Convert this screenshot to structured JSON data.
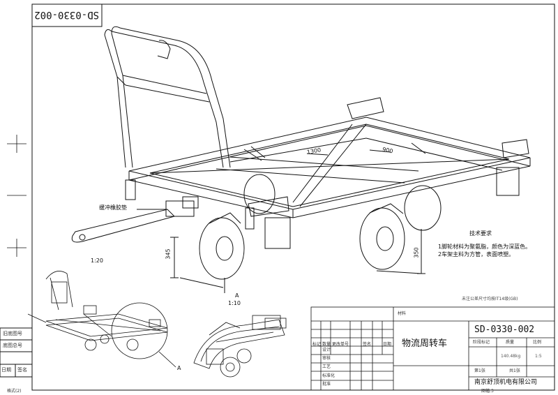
{
  "drawing_number_rotated": "SD-0330-002",
  "drawing_number": "SD-0330-002",
  "part_name": "物流周转车",
  "company": "南京舒顶机电有限公司",
  "callouts": {
    "buffer_pad": "缓冲橡胶垫",
    "dim_1300": "1300",
    "dim_900": "900",
    "dim_345": "345",
    "dim_350": "350",
    "scale_main": "1:20",
    "detail_ref": "A",
    "detail_scale": "1:10",
    "detail_pointer": "A"
  },
  "tech_requirements": {
    "title": "技术要求",
    "lines": [
      "1脚轮材料为聚氨脂，颜色为深蓝色。",
      "2车架主料为方管，表面喷塑。"
    ]
  },
  "general_tolerance": "未注公差尺寸均按IT14级(GB)",
  "title_block": {
    "material_label": "材料",
    "headers": [
      "标记",
      "数量",
      "更改单号",
      "签名",
      "日期"
    ],
    "roles": [
      "设计",
      "审核",
      "工艺",
      "标准化",
      "批准"
    ],
    "stage_label": "阶段标记",
    "weight_label": "质量",
    "scale_label": "比例",
    "weight_value": "140.48kg",
    "scale_value": "1:5",
    "sheet_label": "第1张",
    "total_label": "共1张"
  },
  "left_strip": [
    "旧底图号",
    "底图总号",
    "日期",
    "签名"
  ],
  "footer": {
    "format_left": "格式(2)",
    "format_right": "图幅:3"
  }
}
